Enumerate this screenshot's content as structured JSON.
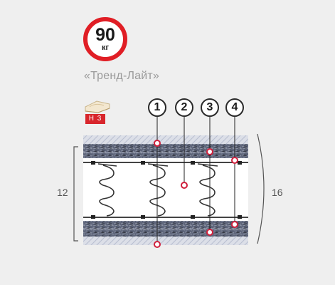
{
  "load_badge": {
    "value": "90",
    "unit": "кг"
  },
  "model_name": "«Тренд-Лайт»",
  "hardness": {
    "label": "H 3"
  },
  "layer_callouts": [
    "1",
    "2",
    "3",
    "4"
  ],
  "dimensions": {
    "inner_height": "12",
    "total_height": "16"
  },
  "colors": {
    "accent_red": "#e01e25",
    "hardness_red": "#d8262c",
    "marker_red": "#d01f3c"
  }
}
